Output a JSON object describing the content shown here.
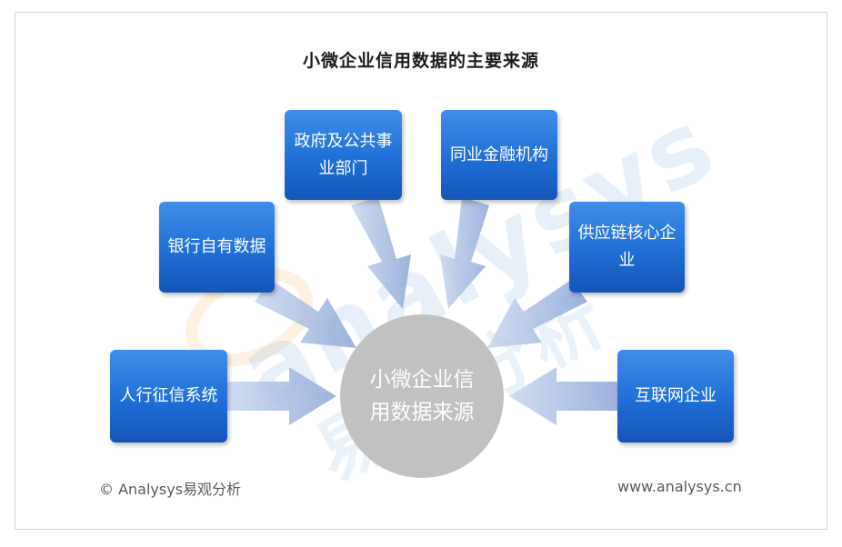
{
  "title": "小微企业信用数据的主要来源",
  "center_label": "小微企业信用数据来源",
  "sources": {
    "gov": "政府及公共事业部门",
    "fin": "同业金融机构",
    "bank": "银行自有数据",
    "chain": "供应链核心企业",
    "pboc": "人行征信系统",
    "net": "互联网企业"
  },
  "footer": {
    "copyright": "© Analysys易观分析",
    "website": "www.analysys.cn"
  },
  "watermark": {
    "latin": "analysys",
    "cjk": "易观分析"
  },
  "colors": {
    "box_blue": "#1f6fd6",
    "arrow_blue": "#9fb6df",
    "circle_gray": "#c1c1c1"
  }
}
